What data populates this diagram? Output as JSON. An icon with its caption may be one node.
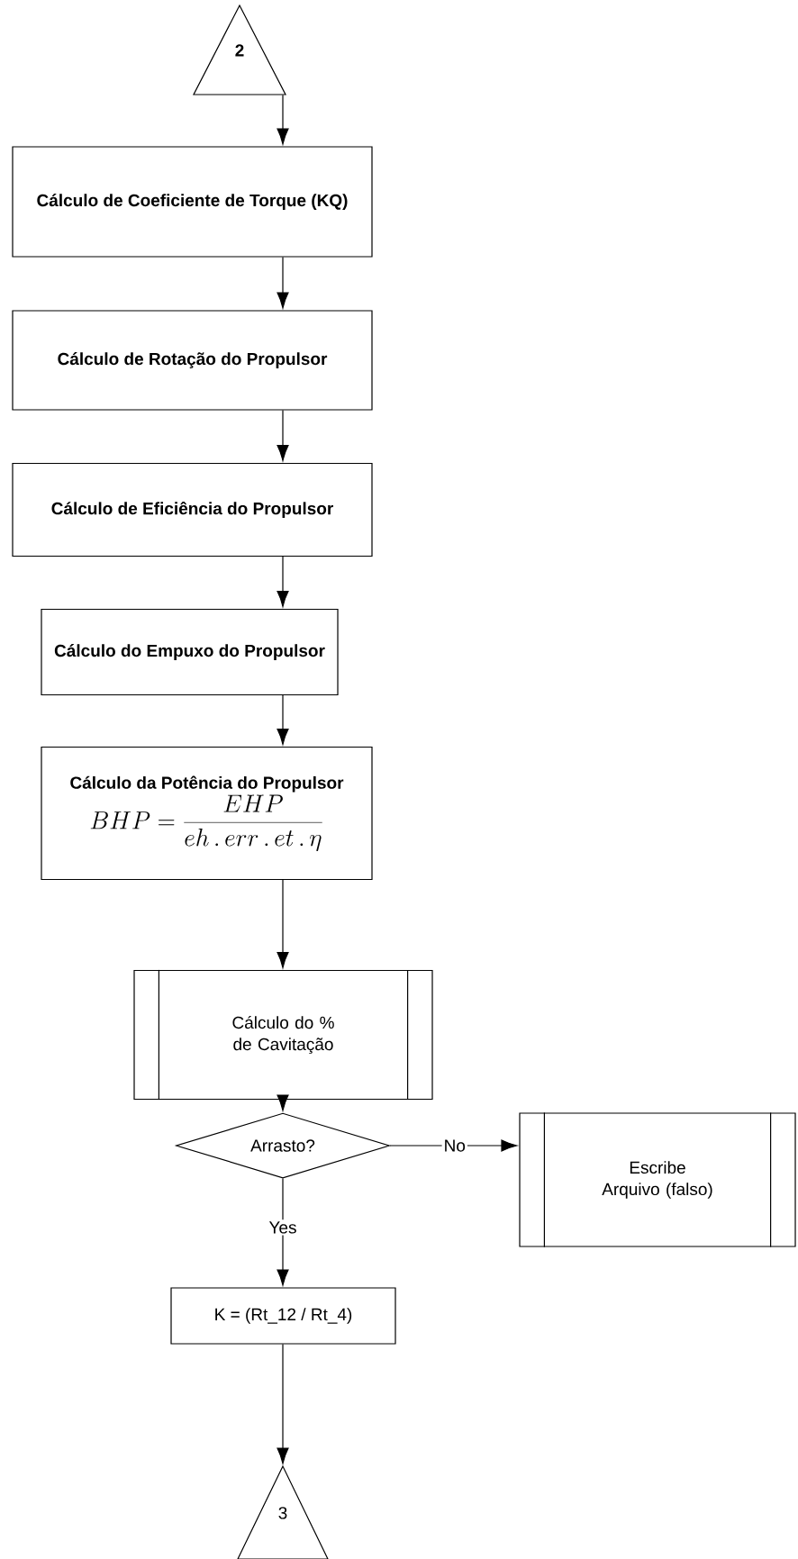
{
  "diagram": {
    "nodes": [
      {
        "text": [
          "2"
        ]
      },
      {
        "text": [
          "Cálculo de Coeficiente de Torque (KQ)"
        ]
      },
      {
        "text": [
          "Cálculo de Rotação do Propulsor"
        ]
      },
      {
        "text": [
          "Cálculo de Eficiência do Propulsor"
        ]
      },
      {
        "text": [
          "Cálculo do Empuxo do Propulsor"
        ]
      },
      {
        "text": [
          "Cálculo da Potência do Propulsor",
          "BHP = \\frac{EHP}{eh\\,.\\,err\\,.\\,et\\,.\\,\\eta}"
        ]
      },
      {
        "text": [
          "Cálculo do % de Cavitação"
        ]
      },
      {
        "text": [
          "Arrasto?"
        ]
      },
      {
        "text": [
          "Escribe Arquivo (falso)"
        ]
      },
      {
        "text": [
          "K = (Rt_12 / Rt_4)"
        ]
      },
      {
        "text": [
          "3"
        ]
      }
    ],
    "edges": [
      {
        "from": 0,
        "to": 1,
        "arrow": "to"
      },
      {
        "from": 1,
        "to": 2,
        "arrow": "to"
      },
      {
        "from": 2,
        "to": 3,
        "arrow": "to"
      },
      {
        "from": 3,
        "to": 4,
        "arrow": "to"
      },
      {
        "from": 4,
        "to": 5,
        "arrow": "to"
      },
      {
        "from": 5,
        "to": 6,
        "arrow": "to"
      },
      {
        "from": 6,
        "to": 7,
        "arrow": "to"
      },
      {
        "from": 7,
        "to": 8,
        "arrow": "to",
        "label": "No"
      },
      {
        "from": 7,
        "to": 9,
        "arrow": "to",
        "label": "Yes"
      },
      {
        "from": 9,
        "to": 10,
        "arrow": "to"
      }
    ]
  }
}
